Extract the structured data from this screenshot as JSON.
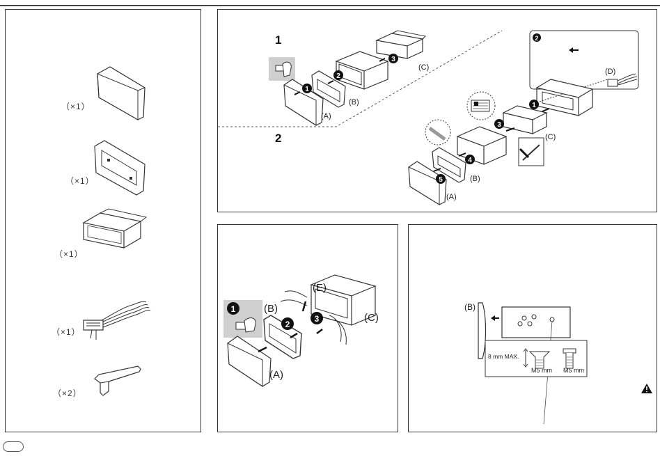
{
  "accessories": {
    "items": [
      {
        "name": "faceplate",
        "qty": "（×1）"
      },
      {
        "name": "trim-plate",
        "qty": "（×1）"
      },
      {
        "name": "mounting-sleeve",
        "qty": "（×1）"
      },
      {
        "name": "wiring-harness",
        "qty": "（×1）"
      },
      {
        "name": "extraction-key",
        "qty": "（×2）"
      }
    ]
  },
  "install": {
    "step1": "1",
    "step2": "2",
    "labels": {
      "A": "(A)",
      "B": "(B)",
      "C": "(C)",
      "D": "(D)"
    },
    "markers": [
      "❶",
      "❷",
      "❸",
      "❹",
      "❺"
    ]
  },
  "removal": {
    "labels": {
      "A": "(A)",
      "B": "(B)",
      "C": "(C)",
      "E": "(E)"
    }
  },
  "mounting": {
    "label_B": "(B)",
    "max_depth": "8 mm MAX.",
    "screw1": "M5 mm",
    "screw2": "M5 mm",
    "warning_icon": "warning-triangle-icon"
  }
}
